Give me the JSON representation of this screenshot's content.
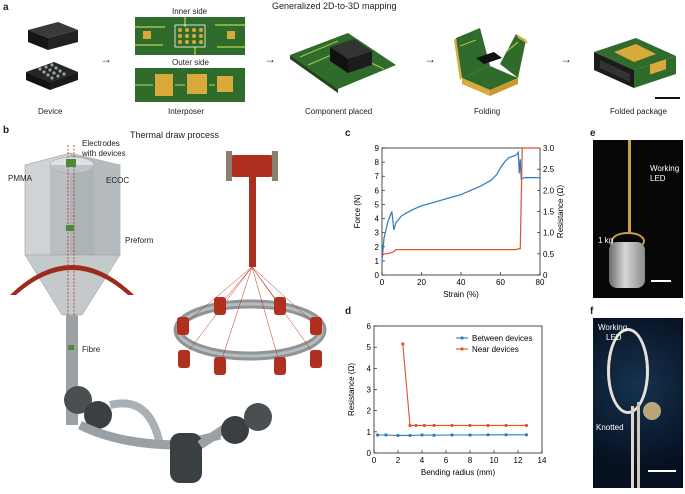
{
  "panels": {
    "a": "a",
    "b": "b",
    "c": "c",
    "d": "d",
    "e": "e",
    "f": "f"
  },
  "panel_a": {
    "title": "Generalized 2D-to-3D mapping",
    "device": "Device",
    "interposer": "Interposer",
    "inner_side": "Inner side",
    "outer_side": "Outer side",
    "component_placed": "Component placed",
    "folding": "Folding",
    "folded_package": "Folded package"
  },
  "panel_b": {
    "title": "Thermal draw process",
    "electrodes": "Electrodes",
    "with_devices": "with devices",
    "pmma": "PMMA",
    "ecoc": "ECOC",
    "preform": "Preform",
    "fibre": "Fibre"
  },
  "panel_e": {
    "working_led": "Working",
    "led": "LED",
    "weight": "1 kg"
  },
  "panel_f": {
    "working": "Working",
    "led": "LED",
    "knotted": "Knotted"
  },
  "colors": {
    "force": "#2b7bbf",
    "resistance": "#e0522b",
    "between": "#2b7bbf",
    "near": "#e0522b",
    "pcb_green": "#2f6b2a",
    "pad_gold": "#d8a93b",
    "spool_red": "#b0301f"
  },
  "chart_data": [
    {
      "type": "line",
      "panel": "c",
      "xlabel": "Strain (%)",
      "ylabel_left": "Force (N)",
      "ylabel_right": "Resistance (Ω)",
      "xlim": [
        0,
        80
      ],
      "ylim_left": [
        0,
        9
      ],
      "ylim_right": [
        0,
        3.0
      ],
      "xticks": [
        0,
        20,
        40,
        60,
        80
      ],
      "yticks_left": [
        0,
        1,
        2,
        3,
        4,
        5,
        6,
        7,
        8,
        9
      ],
      "yticks_right": [
        "0",
        "0.5",
        "1.0",
        "1.5",
        "2.0",
        "2.5",
        "3.0"
      ],
      "series": [
        {
          "axis": "left",
          "x": [
            0,
            1,
            3,
            5,
            6,
            7,
            10,
            15,
            20,
            25,
            30,
            35,
            40,
            45,
            50,
            55,
            58,
            60,
            62,
            64,
            66,
            68,
            69,
            69.5,
            70,
            70.5,
            72,
            75,
            80
          ],
          "y": [
            1.0,
            2.6,
            3.8,
            4.5,
            3.2,
            3.7,
            4.2,
            4.6,
            4.9,
            5.1,
            5.3,
            5.5,
            5.7,
            6.0,
            6.3,
            6.7,
            7.1,
            7.6,
            8.0,
            8.3,
            8.4,
            8.5,
            8.7,
            7.2,
            8.2,
            6.8,
            6.9,
            6.9,
            6.9
          ]
        },
        {
          "axis": "right",
          "x": [
            0,
            1,
            3,
            6,
            7,
            20,
            40,
            60,
            68,
            69,
            70,
            71,
            80
          ],
          "y": [
            0.45,
            0.5,
            0.5,
            0.55,
            0.6,
            0.6,
            0.6,
            0.6,
            0.6,
            0.62,
            0.62,
            3.0,
            3.0
          ]
        }
      ]
    },
    {
      "type": "line",
      "panel": "d",
      "xlabel": "Bending radius (mm)",
      "ylabel": "Resistance (Ω)",
      "xlim": [
        0,
        14
      ],
      "ylim": [
        0,
        6
      ],
      "xticks": [
        0,
        2,
        4,
        6,
        8,
        10,
        12,
        14
      ],
      "yticks": [
        0,
        1,
        2,
        3,
        4,
        5,
        6
      ],
      "series": [
        {
          "name": "Between devices",
          "x": [
            0.3,
            1.0,
            2.0,
            3.0,
            4.0,
            5.0,
            6.5,
            8.0,
            9.5,
            11.0,
            12.7
          ],
          "y": [
            0.85,
            0.85,
            0.83,
            0.83,
            0.85,
            0.84,
            0.85,
            0.85,
            0.86,
            0.86,
            0.86
          ]
        },
        {
          "name": "Near devices",
          "x": [
            2.4,
            3.0,
            3.5,
            4.2,
            5.0,
            6.5,
            8.0,
            9.5,
            11.0,
            12.7
          ],
          "y": [
            5.15,
            1.3,
            1.3,
            1.3,
            1.3,
            1.3,
            1.3,
            1.3,
            1.3,
            1.3
          ]
        }
      ]
    }
  ]
}
